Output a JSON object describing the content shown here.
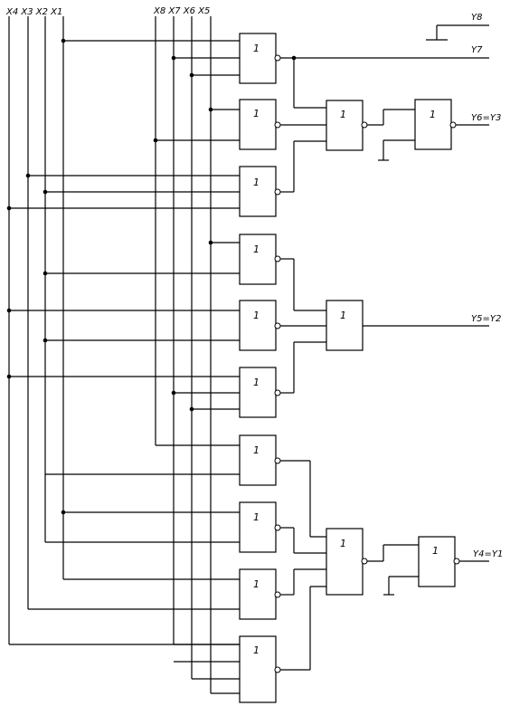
{
  "diagram": {
    "input_group_left_label": "X4 X3 X2 X1",
    "input_group_right_label": "X8 X7 X6 X5",
    "gate_symbol": "1",
    "outputs": {
      "y8": "Y8",
      "y7": "Y7",
      "y6_y3": "Y6=Y3",
      "y5_y2": "Y5=Y2",
      "y4_y1": "Y4=Y1"
    }
  }
}
